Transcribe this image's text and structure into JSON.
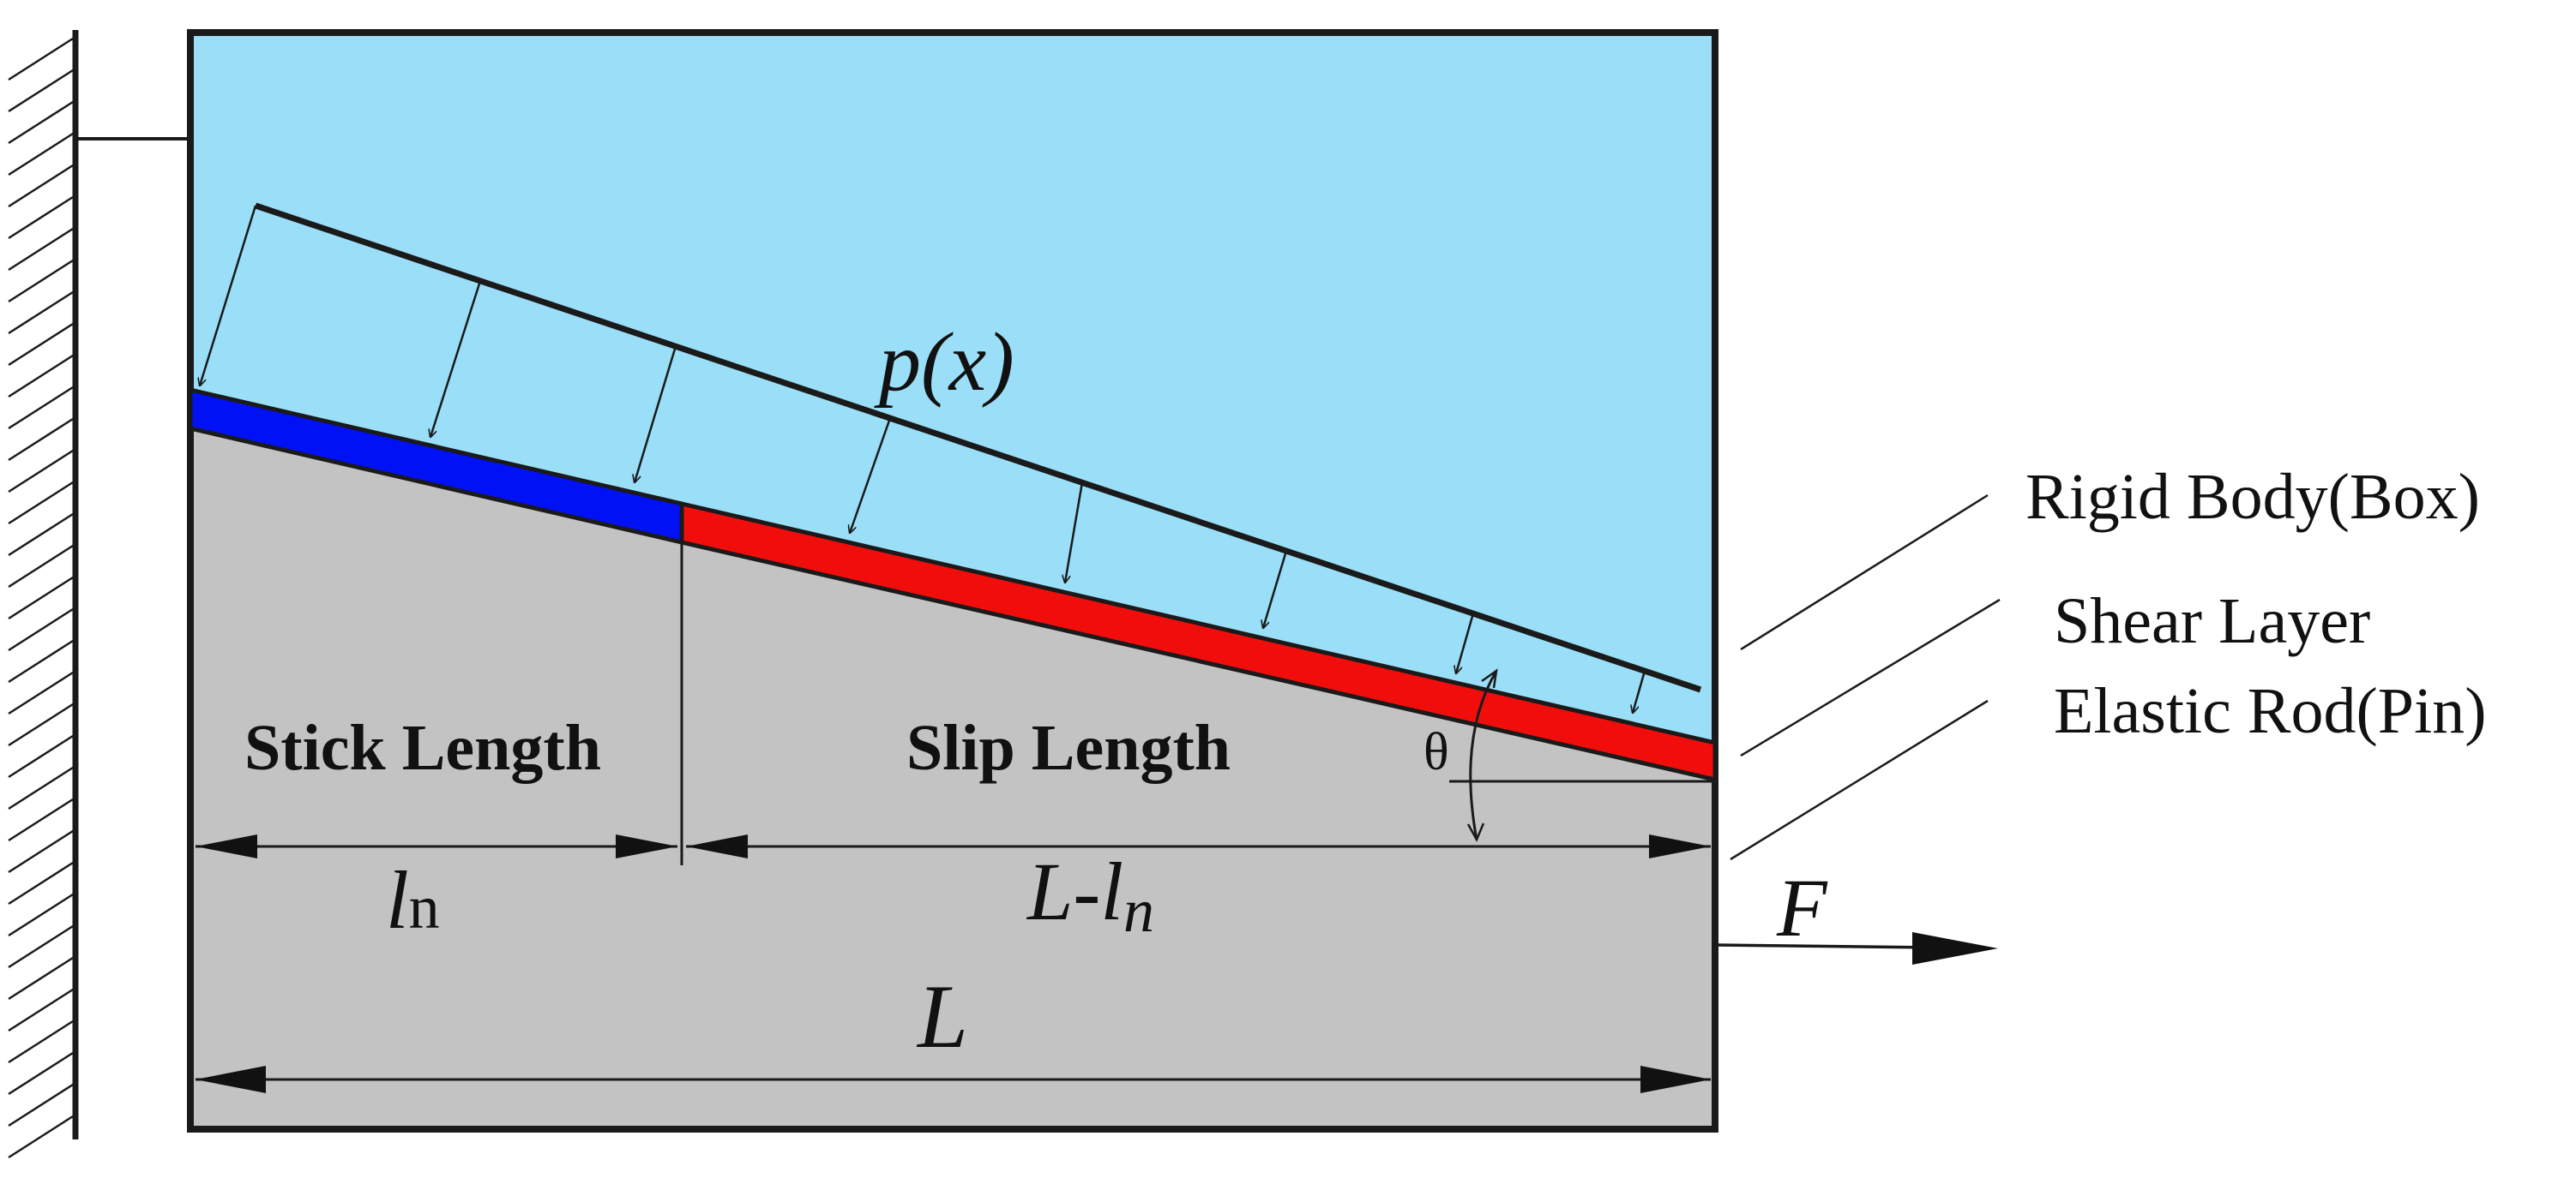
{
  "labels": {
    "pressure": "p(x)",
    "stick_length": "Stick Length",
    "slip_length": "Slip Length",
    "theta": "θ",
    "stick_dim_base": "l",
    "stick_dim_sub": "n",
    "slip_dim_base": "L-l",
    "slip_dim_sub": "n",
    "total_length": "L",
    "force": "F"
  },
  "legend": {
    "rigid_body": "Rigid Body(Box)",
    "shear_layer": "Shear Layer",
    "elastic_rod": "Elastic Rod(Pin)"
  },
  "colors": {
    "rigid_body": "#9ADEF7",
    "elastic_rod": "#C3C3C3",
    "stick_zone": "#0012F5",
    "slip_zone": "#F20D0D",
    "line": "#1a1a1a"
  },
  "icons": {
    "wall": "hatched-fixed-wall-icon",
    "force_arrow": "arrow-right-icon",
    "pressure_arrows": "arrow-down-icon"
  }
}
